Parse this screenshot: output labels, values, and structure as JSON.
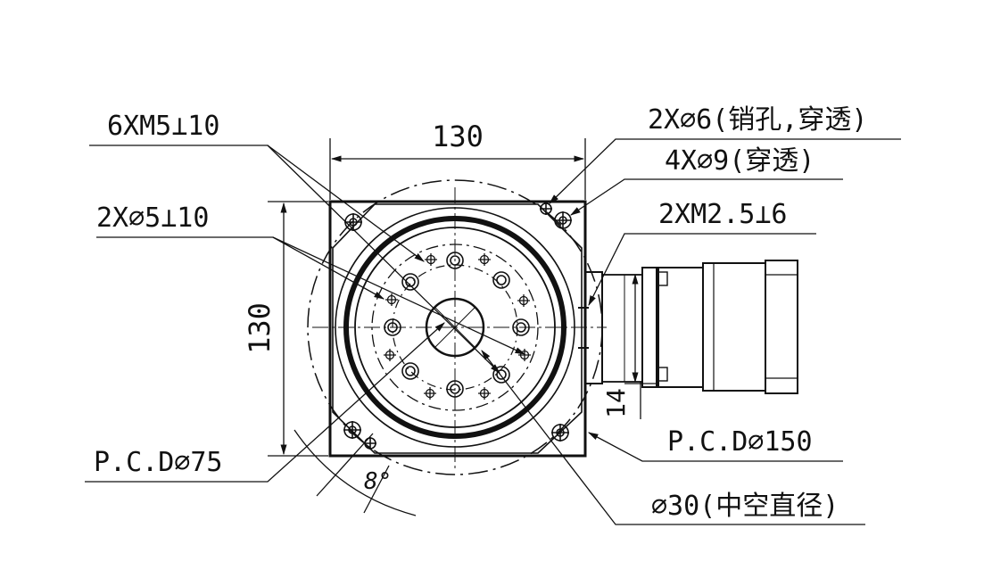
{
  "dimensions": {
    "top_width": "130",
    "left_height": "130",
    "motor_offset": "14",
    "angle": "8°"
  },
  "callouts": {
    "tapped_m5": "6XM5⟂10",
    "pin_5": "2X∅5⟂10",
    "pcd_75": "P.C.D∅75",
    "pin_6": "2X∅6(销孔,穿透)",
    "through_9": "4X∅9(穿透)",
    "tapped_m25": "2XM2.5⟂6",
    "pcd_150": "P.C.D∅150",
    "hollow_30": "∅30(中空直径)"
  },
  "colors": {
    "line": "#111111",
    "background": "#ffffff"
  }
}
